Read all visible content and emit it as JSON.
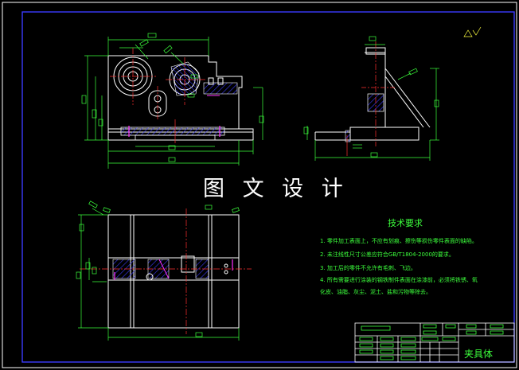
{
  "watermark": "图 文 设 计",
  "technical_requirements": {
    "title": "技术要求",
    "items": [
      "1. 零件加工表面上，不应有划痕、擦伤等损伤零件表面的缺陷。",
      "2. 未注线性尺寸公差应符合GB/T1804-2000的要求。",
      "3. 加工后的零件不允许有毛刺、飞边。",
      "4. 所有需要进行涂装的钢铁制件表面在涂漆前，必须将铁锈、氧",
      "   化皮、油脂、灰尘、泥土、盐和污物等除去。"
    ]
  },
  "title_block": {
    "part_name": "夹具体"
  },
  "colors": {
    "background": "#000000",
    "frame": "#3b3bff",
    "outline": "#ffffff",
    "dimension": "#3cff3c",
    "center_line": "#ff3030",
    "hatch": "#3b3bff",
    "accent": "#ff30ff",
    "annotation": "#ffff40"
  }
}
